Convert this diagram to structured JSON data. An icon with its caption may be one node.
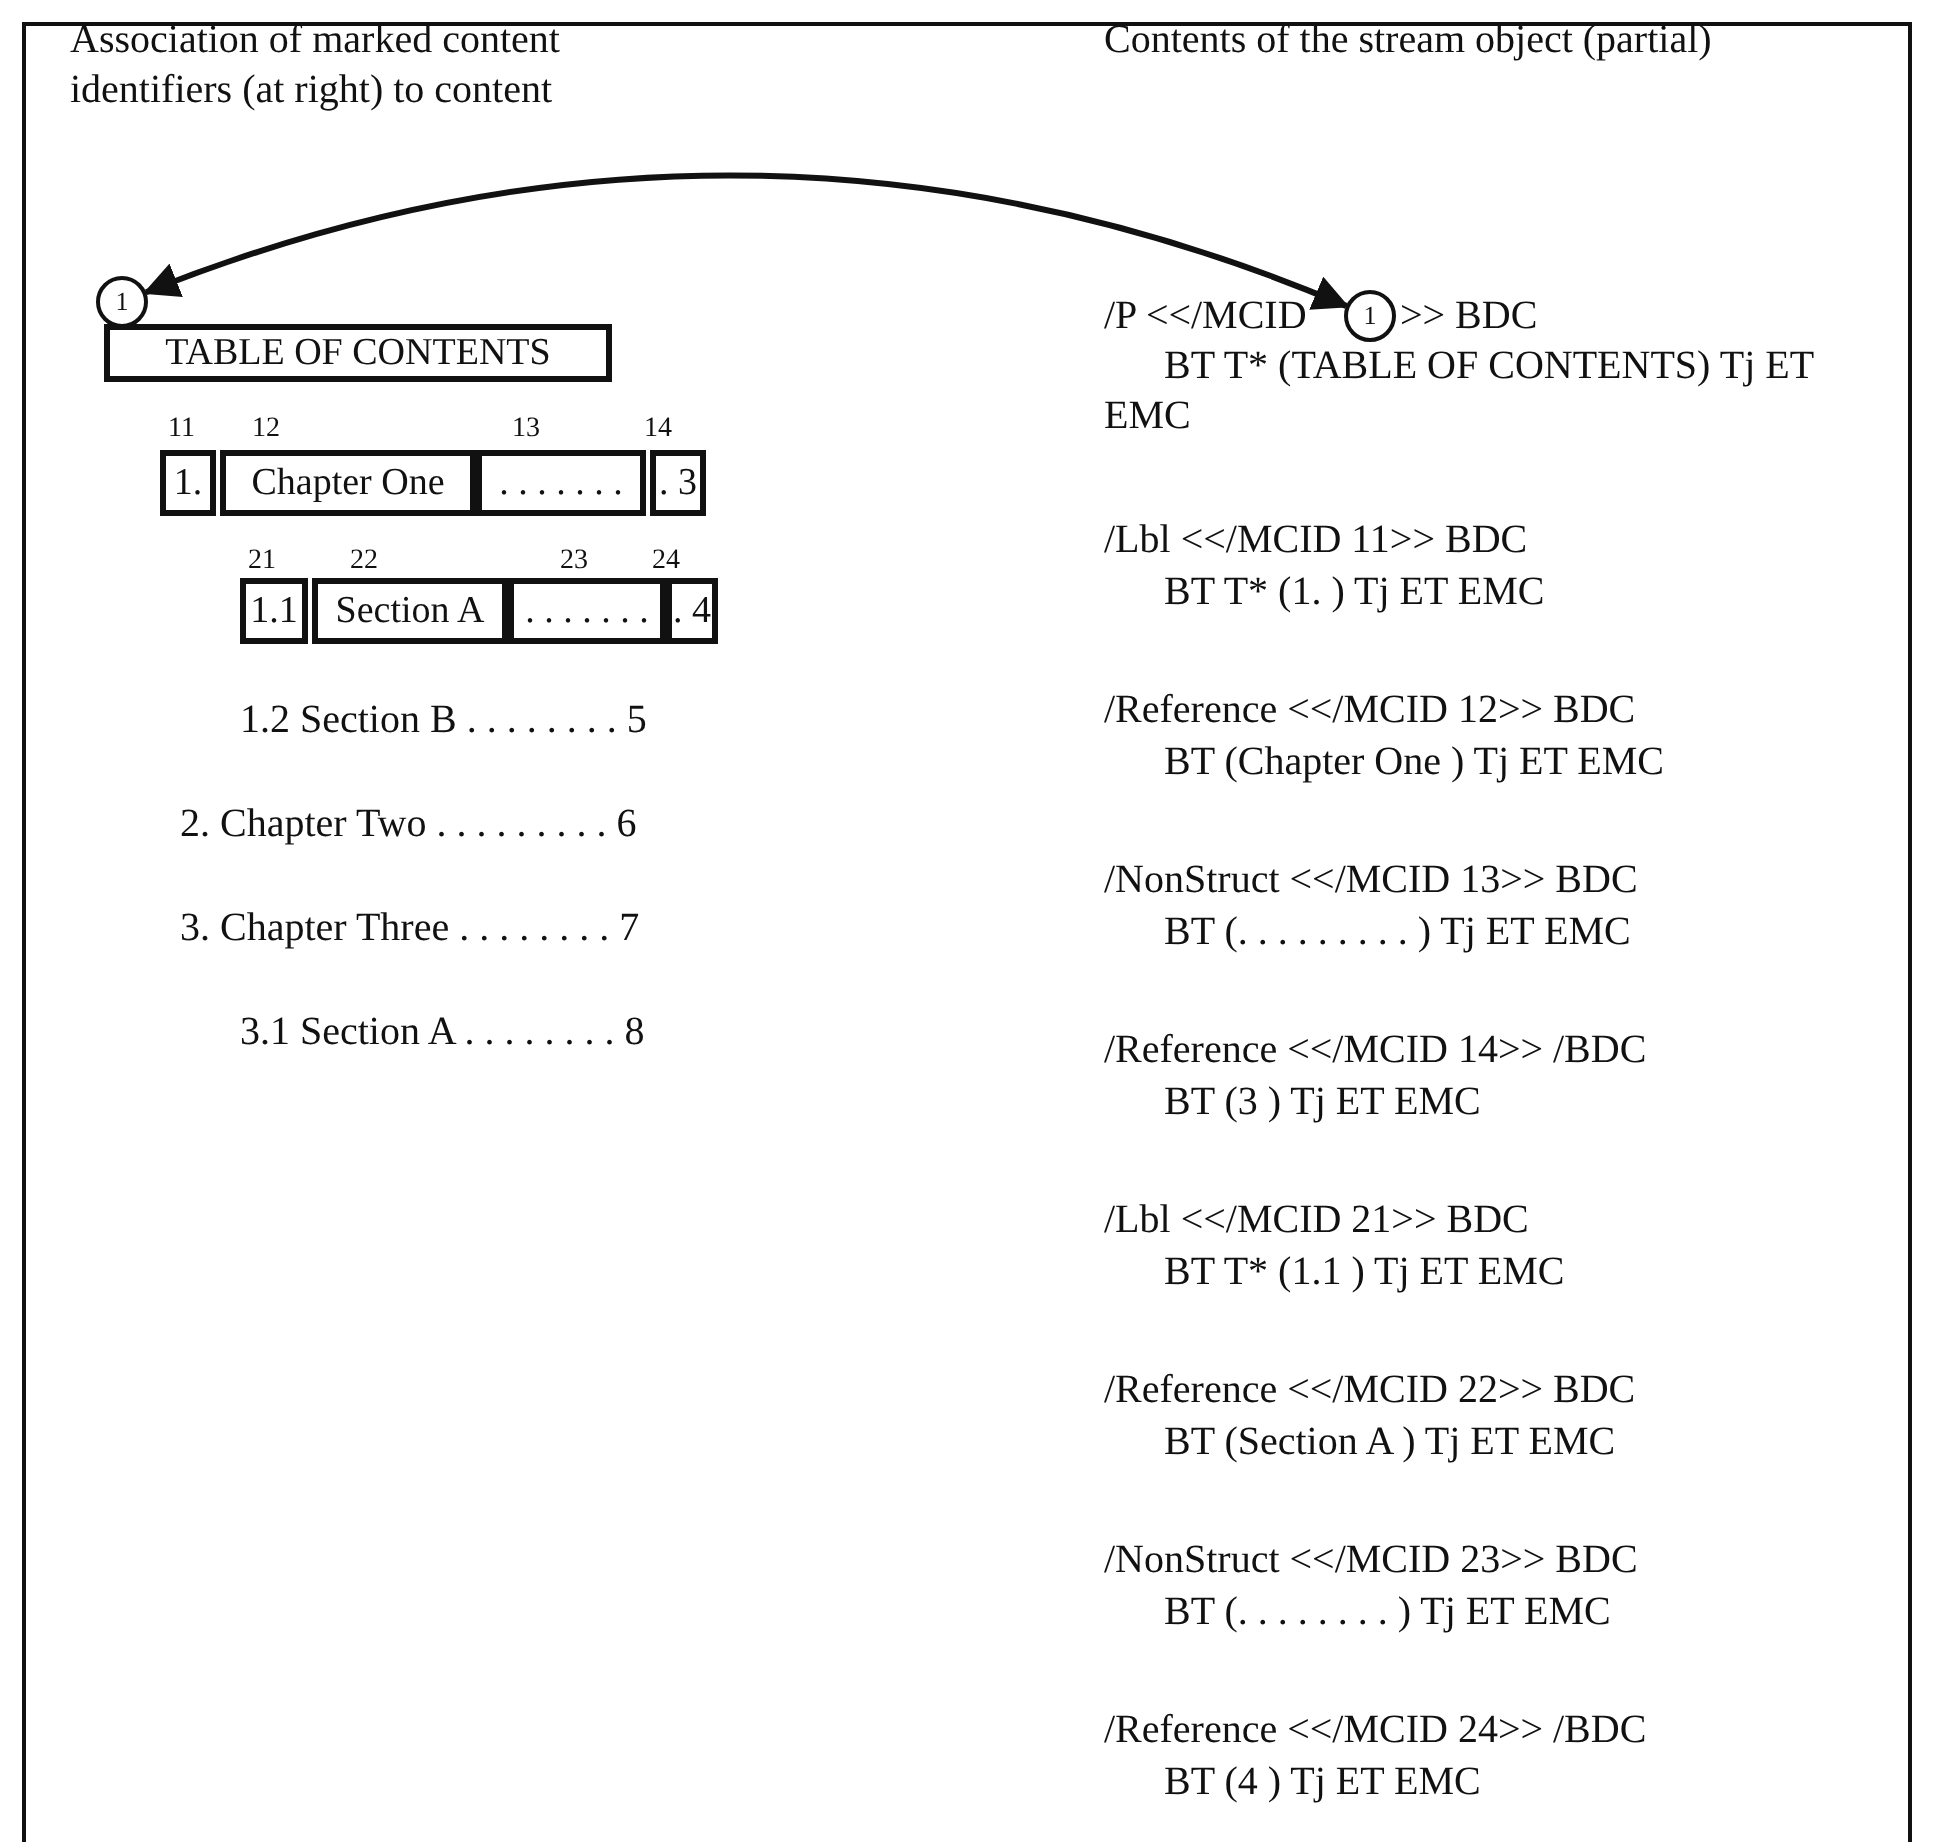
{
  "diagram": {
    "nodes": [
      {
        "text": [
          "1"
        ]
      },
      {
        "text": [
          "TABLE OF CONTENTS"
        ]
      },
      {
        "text": [
          "1."
        ]
      },
      {
        "text": [
          "Chapter One"
        ]
      },
      {
        "text": [
          ". . . . . . ."
        ]
      },
      {
        "text": [
          ". 3"
        ]
      },
      {
        "text": [
          "1.1"
        ]
      },
      {
        "text": [
          "Section A"
        ]
      },
      {
        "text": [
          ". . . . . . ."
        ]
      },
      {
        "text": [
          ". 4"
        ]
      },
      {
        "text": [
          "1"
        ]
      }
    ],
    "edges": [
      {
        "from": 0,
        "to": 10,
        "arrow": "both"
      }
    ],
    "labels": [
      "Association of marked content identifiers (at right) to content",
      "Contents of the stream object (partial)",
      "11",
      "12",
      "13",
      "14",
      "21",
      "22",
      "23",
      "24",
      "1.2 Section B . . . . . . . . 5",
      "2. Chapter Two . . . . . . . . . 6",
      "3. Chapter Three . . . . . . . . 7",
      "3.1 Section A . . . . . . . . 8",
      "/P <</MCID",
      ">> BDC",
      "BT T* (TABLE OF CONTENTS) Tj ET EMC",
      "/Lbl <</MCID 11>> BDC",
      "BT T* (1. ) Tj ET EMC",
      "/Reference <</MCID 12>> BDC",
      "BT (Chapter One ) Tj ET EMC",
      "/NonStruct <</MCID 13>> BDC",
      "BT (. . . . . . . . . ) Tj ET EMC",
      "/Reference <</MCID 14>> /BDC",
      "BT (3 ) Tj ET EMC",
      "/Lbl <</MCID 21>> BDC",
      "BT T* (1.1 ) Tj ET EMC",
      "/Reference <</MCID 22>> BDC",
      "BT (Section A ) Tj ET EMC",
      "/NonStruct <</MCID 23>> BDC",
      "BT (. . . . . . . . ) Tj ET EMC",
      "/Reference <</MCID 24>> /BDC",
      "BT (4 ) Tj ET EMC"
    ]
  }
}
